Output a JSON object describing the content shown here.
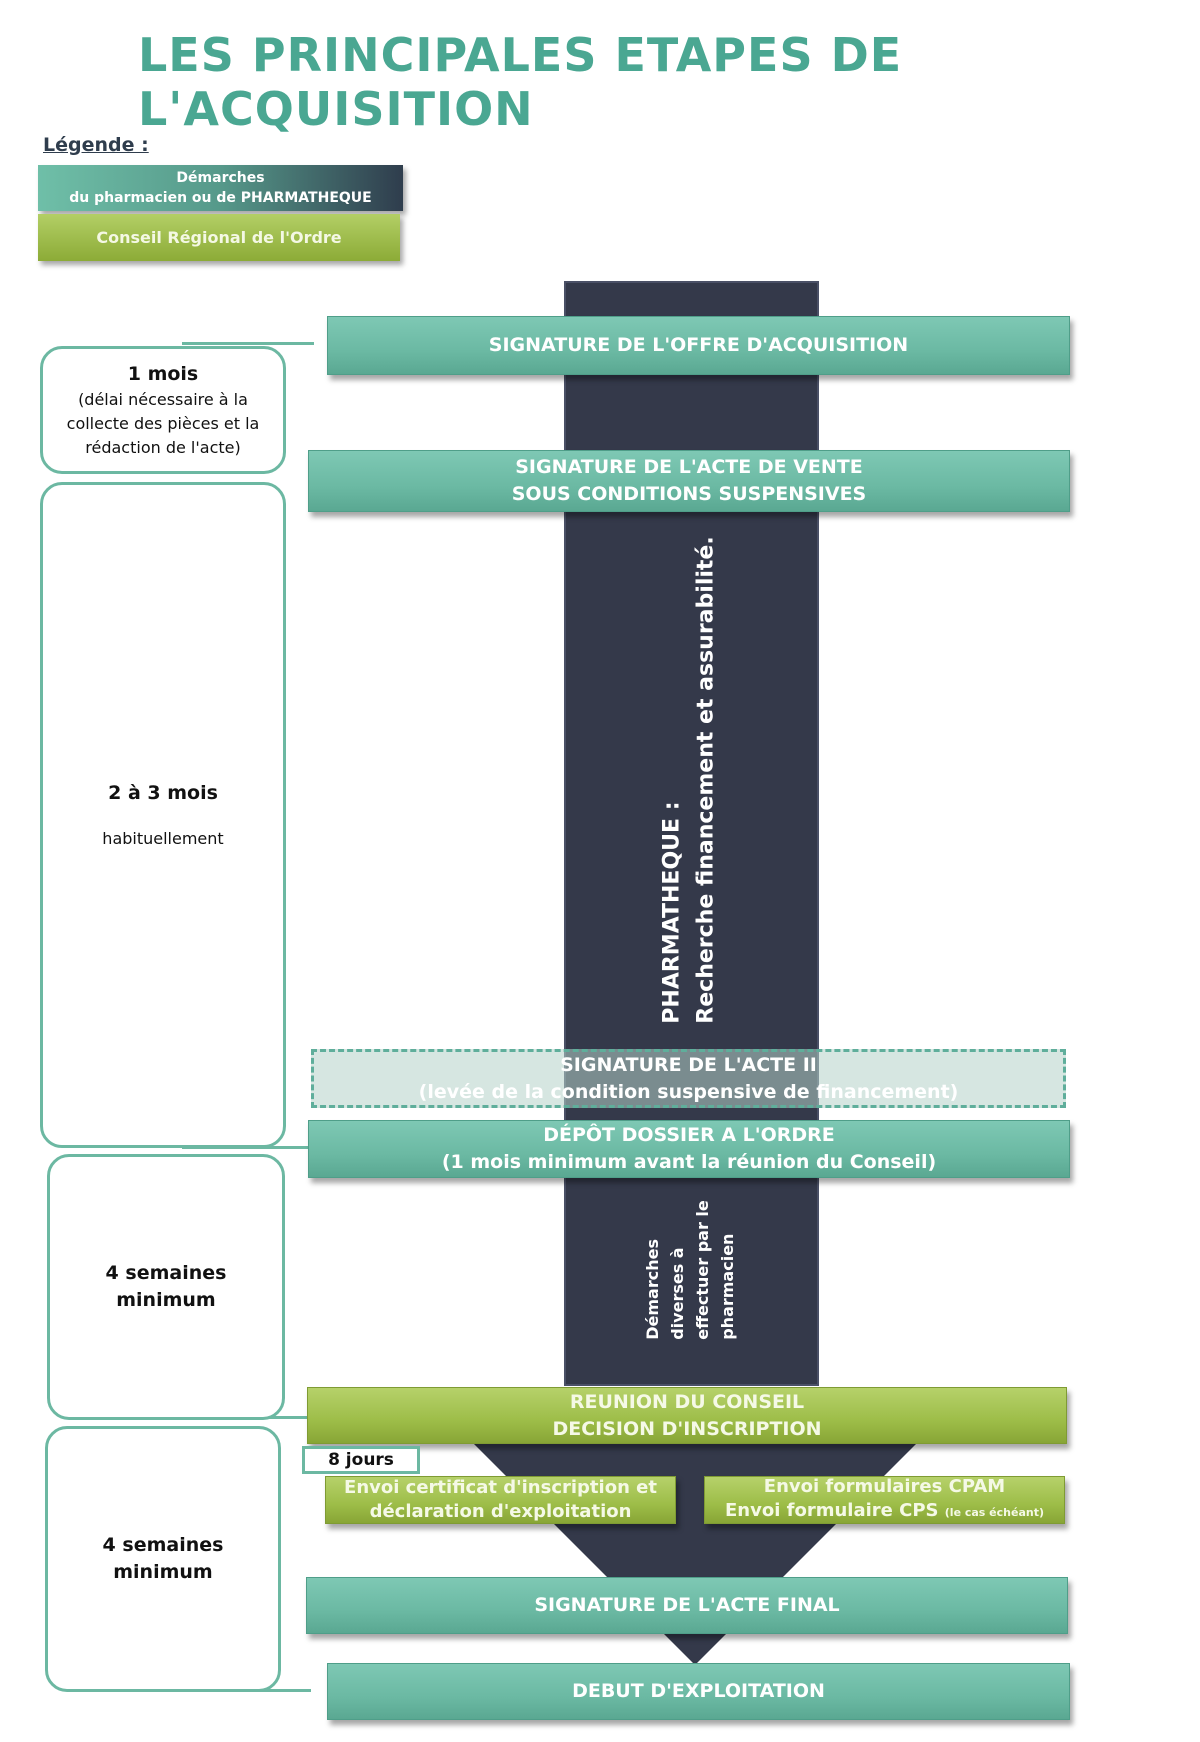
{
  "title": "LES PRINCIPALES ETAPES DE L'ACQUISITION",
  "legend": {
    "title": "Légende :",
    "items": [
      {
        "line1": "Démarches",
        "line2": "du pharmacien ou de PHARMATHEQUE",
        "color": "#6fbfa8"
      },
      {
        "line1": "Conseil Régional de l'Ordre",
        "color": "#a4c24f"
      }
    ]
  },
  "stages": {
    "offre": "SIGNATURE DE L'OFFRE D'ACQUISITION",
    "acte_vente_1": "SIGNATURE DE L'ACTE DE VENTE",
    "acte_vente_2": "SOUS CONDITIONS SUSPENSIVES",
    "acte2_1": "SIGNATURE DE L'ACTE II",
    "acte2_2": "(levée de la condition suspensive de financement)",
    "depot_1": "DÉPÔT DOSSIER A L'ORDRE",
    "depot_2": "(1 mois minimum avant la réunion du Conseil)",
    "reunion_1": "REUNION DU CONSEIL",
    "reunion_2": "DECISION D'INSCRIPTION",
    "envoi_cert_1": "Envoi certificat d'inscription et",
    "envoi_cert_2": "déclaration d'exploitation",
    "envoi_cpam_1": "Envoi formulaires CPAM",
    "envoi_cpam_2": "Envoi formulaire CPS",
    "envoi_cpam_note": "(le cas échéant)",
    "acte_final": "SIGNATURE DE L'ACTE FINAL",
    "debut": "DEBUT D'EXPLOITATION"
  },
  "spine_text": {
    "pharmatheque_1": "PHARMATHEQUE :",
    "pharmatheque_2": "Recherche financement et assurabilité.",
    "demarches_1": "Démarches",
    "demarches_2": "diverses à",
    "demarches_3": "effectuer par le",
    "demarches_4": "pharmacien"
  },
  "durations": {
    "d1_title": "1 mois",
    "d1_line1": "(délai nécessaire à la",
    "d1_line2": "collecte des pièces et la",
    "d1_line3": "rédaction de l'acte)",
    "d2_title": "2 à 3 mois",
    "d2_sub": "habituellement",
    "d3_line1": "4 semaines",
    "d3_line2": "minimum",
    "d4_line1": "4 semaines",
    "d4_line2": "minimum",
    "badge": "8 jours"
  },
  "colors": {
    "teal": "#6bb9a3",
    "green": "#9dbd48",
    "dark": "#34394a",
    "title": "#4aa792"
  }
}
